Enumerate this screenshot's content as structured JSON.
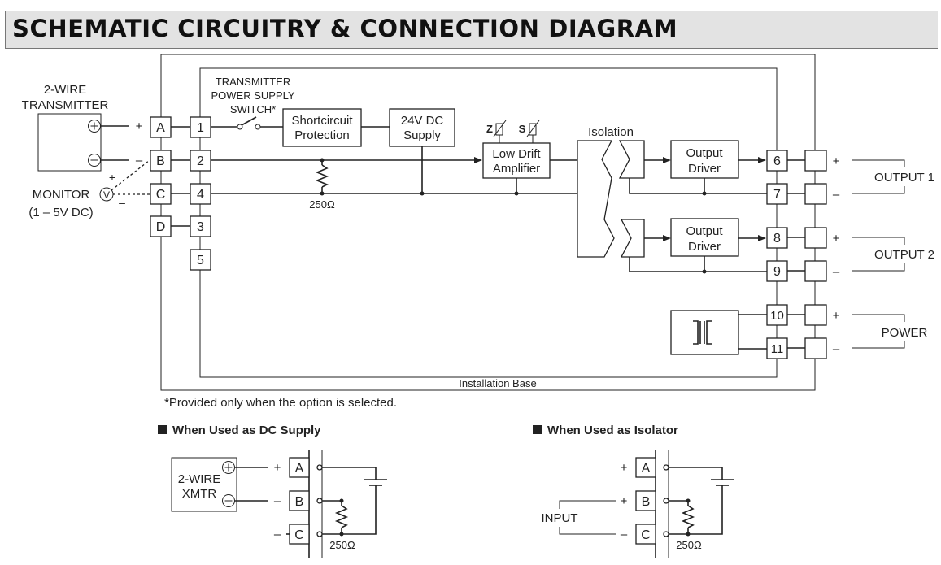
{
  "header": {
    "title": "SCHEMATIC CIRCUITRY & CONNECTION DIAGRAM"
  },
  "main": {
    "transmitter_label": [
      "2-WIRE",
      "TRANSMITTER"
    ],
    "monitor_label": "MONITOR",
    "monitor_range": "(1 – 5V DC)",
    "voltmeter_symbol": "V",
    "switch_label": [
      "TRANSMITTER",
      "POWER SUPPLY",
      "SWITCH*"
    ],
    "terminals_outer": [
      "A",
      "B",
      "C",
      "D"
    ],
    "terminals_inner": [
      "1",
      "2",
      "4",
      "3",
      "5"
    ],
    "terminals_right": [
      "6",
      "7",
      "8",
      "9",
      "10",
      "11"
    ],
    "blocks": {
      "shortcircuit": [
        "Shortcircuit",
        "Protection"
      ],
      "supply": [
        "24V DC",
        "Supply"
      ],
      "amplifier": [
        "Low Drift",
        "Amplifier"
      ],
      "isolation": "Isolation",
      "driver1": [
        "Output",
        "Driver"
      ],
      "driver2": [
        "Output",
        "Driver"
      ]
    },
    "trim_labels": [
      "Z",
      "S"
    ],
    "resistor_value": "250Ω",
    "outputs": [
      "OUTPUT 1",
      "OUTPUT 2",
      "POWER"
    ],
    "base_label": "Installation Base",
    "footnote": "*Provided only when the option is selected."
  },
  "sub_dc": {
    "heading": "When Used as DC Supply",
    "xmtr_label": [
      "2-WIRE",
      "XMTR"
    ],
    "terminals": [
      "A",
      "B",
      "C"
    ],
    "resistor_value": "250Ω"
  },
  "sub_iso": {
    "heading": "When Used as Isolator",
    "input_label": "INPUT",
    "terminals": [
      "A",
      "B",
      "C"
    ],
    "resistor_value": "250Ω"
  }
}
